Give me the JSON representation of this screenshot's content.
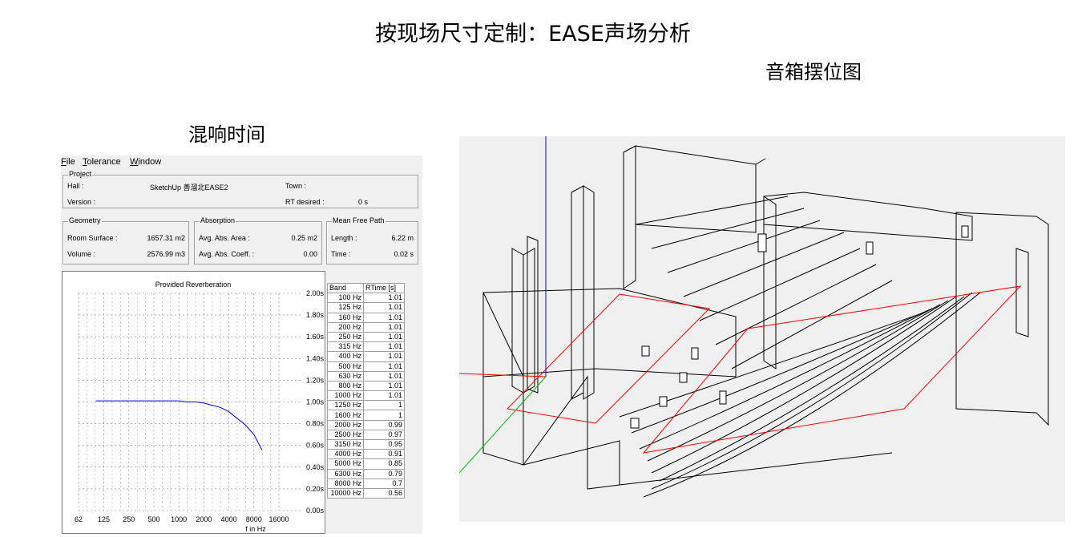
{
  "titles": {
    "main": "按现场尺寸定制：EASE声场分析",
    "speaker_layout": "音箱摆位图",
    "reverb_time": "混响时间"
  },
  "menu": {
    "file": {
      "key": "F",
      "rest": "ile"
    },
    "tolerance": {
      "key": "T",
      "rest": "olerance"
    },
    "window": {
      "key": "W",
      "rest": "indow"
    }
  },
  "project": {
    "group_label": "Project",
    "hall_label": "Hall :",
    "hall_value": "SketchUp 善溜北EASE2",
    "version_label": "Version :",
    "town_label": "Town :",
    "rt_desired_label": "RT desired :",
    "rt_desired_value": "0 s"
  },
  "geometry": {
    "group_label": "Geometry",
    "room_surface_label": "Room Surface :",
    "room_surface_value": "1657.31 m2",
    "volume_label": "Volume :",
    "volume_value": "2576.99 m3"
  },
  "absorption": {
    "group_label": "Absorption",
    "avg_area_label": "Avg. Abs. Area :",
    "avg_area_value": "0.25 m2",
    "avg_coeff_label": "Avg. Abs. Coeff. :",
    "avg_coeff_value": "0.00"
  },
  "mean_free_path": {
    "group_label": "Mean Free Path",
    "length_label": "Length :",
    "length_value": "6.22 m",
    "time_label": "Time :",
    "time_value": "0.02 s"
  },
  "rt_table": {
    "header_band": "Band",
    "header_rtime": "RTime [s]",
    "rows": [
      {
        "band": "100 Hz",
        "rt": "1.01"
      },
      {
        "band": "125 Hz",
        "rt": "1.01"
      },
      {
        "band": "160 Hz",
        "rt": "1.01"
      },
      {
        "band": "200 Hz",
        "rt": "1.01"
      },
      {
        "band": "250 Hz",
        "rt": "1.01"
      },
      {
        "band": "315 Hz",
        "rt": "1.01"
      },
      {
        "band": "400 Hz",
        "rt": "1.01"
      },
      {
        "band": "500 Hz",
        "rt": "1.01"
      },
      {
        "band": "630 Hz",
        "rt": "1.01"
      },
      {
        "band": "800 Hz",
        "rt": "1.01"
      },
      {
        "band": "1000 Hz",
        "rt": "1.01"
      },
      {
        "band": "1250 Hz",
        "rt": "1"
      },
      {
        "band": "1600 Hz",
        "rt": "1"
      },
      {
        "band": "2000 Hz",
        "rt": "0.99"
      },
      {
        "band": "2500 Hz",
        "rt": "0.97"
      },
      {
        "band": "3150 Hz",
        "rt": "0.95"
      },
      {
        "band": "4000 Hz",
        "rt": "0.91"
      },
      {
        "band": "5000 Hz",
        "rt": "0.85"
      },
      {
        "band": "6300 Hz",
        "rt": "0.79"
      },
      {
        "band": "8000 Hz",
        "rt": "0.7"
      },
      {
        "band": "10000 Hz",
        "rt": "0.56"
      }
    ]
  },
  "chart_data": {
    "type": "line",
    "title": "Provided Reverberation",
    "xlabel": "f in Hz",
    "ylabel": "",
    "x_scale": "log",
    "x_tick_labels": [
      "62",
      "125",
      "250",
      "500",
      "1000",
      "2000",
      "4000",
      "8000",
      "16000"
    ],
    "x_tick_values": [
      62,
      125,
      250,
      500,
      1000,
      2000,
      4000,
      8000,
      16000
    ],
    "y_tick_labels": [
      "0.00s",
      "0.20s",
      "0.40s",
      "0.60s",
      "0.80s",
      "1.00s",
      "1.20s",
      "1.40s",
      "1.60s",
      "1.80s",
      "2.00s"
    ],
    "ylim": [
      0,
      2.0
    ],
    "grid": true,
    "series": [
      {
        "color": "#0000ff",
        "x": [
          100,
          125,
          160,
          200,
          250,
          315,
          400,
          500,
          630,
          800,
          1000,
          1250,
          1600,
          2000,
          2500,
          3150,
          4000,
          5000,
          6300,
          8000,
          10000
        ],
        "y": [
          1.01,
          1.01,
          1.01,
          1.01,
          1.01,
          1.01,
          1.01,
          1.01,
          1.01,
          1.01,
          1.01,
          1.0,
          1.0,
          0.99,
          0.97,
          0.95,
          0.91,
          0.85,
          0.79,
          0.7,
          0.56
        ]
      }
    ]
  },
  "colors": {
    "grid": "#808080",
    "curve": "#0000ff",
    "model_lines": "#000000",
    "loudspeaker_coverage": "#ff0000",
    "axis_z": "#0000ff",
    "axis_x": "#ff0000",
    "axis_y": "#00c000"
  }
}
